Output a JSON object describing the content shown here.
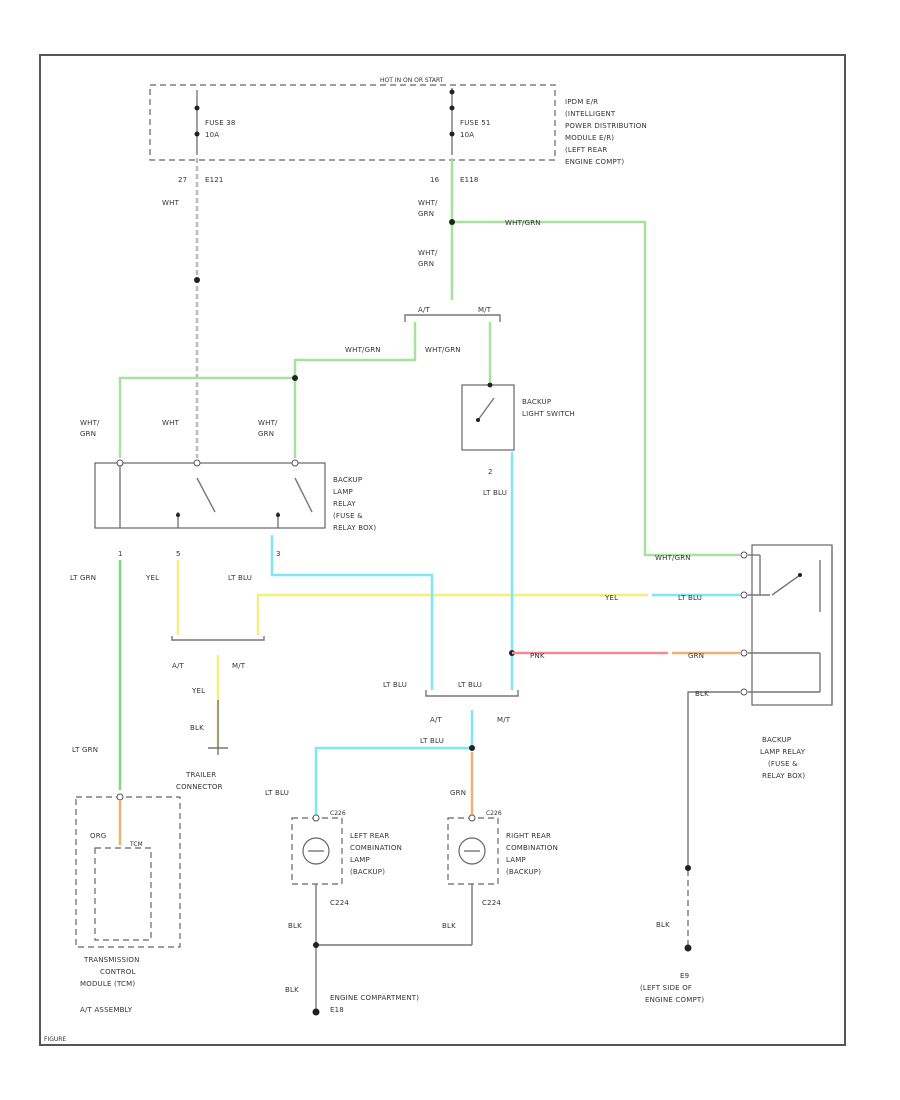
{
  "labels": {
    "hot": "HOT IN ON OR START",
    "ipdm": [
      "IPDM E/R",
      "(INTELLIGENT",
      "POWER DISTRIBUTION",
      "MODULE E/R)",
      "(LEFT REAR",
      "ENGINE COMPT)"
    ],
    "fuse_left": [
      "FUSE 38",
      "10A"
    ],
    "fuse_right": [
      "FUSE 51",
      "10A"
    ],
    "conn_27": "27",
    "conn_e121": "E121",
    "conn_16": "16",
    "conn_e118": "E118",
    "at": "A/T",
    "mt": "M/T",
    "backup_switch": [
      "BACKUP",
      "LIGHT SWITCH"
    ],
    "relay_left": [
      "BACKUP",
      "LAMP",
      "RELAY",
      "(FUSE &",
      "RELAY BOX)"
    ],
    "relay_right": [
      "BACKUP",
      "LAMP RELAY",
      "(FUSE &",
      "RELAY BOX)"
    ],
    "trailer": [
      "TRAILER",
      "CONNECTOR"
    ],
    "tcm": [
      "TRANSMISSION",
      "CONTROL",
      "MODULE (TCM)"
    ],
    "tcm_inner": "TCM",
    "at_assembly": "A/T ASSEMBLY",
    "left_lamp": [
      "LEFT REAR",
      "COMBINATION",
      "LAMP",
      "(BACKUP)"
    ],
    "right_lamp": [
      "RIGHT REAR",
      "COMBINATION",
      "LAMP",
      "(BACKUP)"
    ],
    "engine_compt": [
      "ENGINE COMPARTMENT)",
      "E18"
    ],
    "ground_e9": [
      "E9",
      "(LEFT SIDE OF",
      "ENGINE COMPT)"
    ],
    "c226_a": "C226",
    "c226_b": "C226",
    "c224_a": "C224",
    "c224_b": "C224",
    "pin_1": "1",
    "pin_2": "2",
    "pin_5": "5",
    "pin_3": "3",
    "corner": "FIGURE"
  },
  "wires": {
    "wht": "WHT",
    "wht_grn": "WHT/GRN",
    "wht_grn_stack": [
      "WHT/",
      "GRN"
    ],
    "lt_grn": "LT GRN",
    "yel": "YEL",
    "lt_blu": "LT BLU",
    "blk": "BLK",
    "grn": "GRN",
    "org": "ORG",
    "pnk": "PNK"
  },
  "colors": {
    "wht_grn": "#a8e0a0",
    "lt_grn": "#7ddc7a",
    "yel": "#f4ee80",
    "lt_blu": "#7fe6f2",
    "pnk": "#f48a98",
    "org": "#f2b070",
    "wht": "#bbbbbb"
  }
}
